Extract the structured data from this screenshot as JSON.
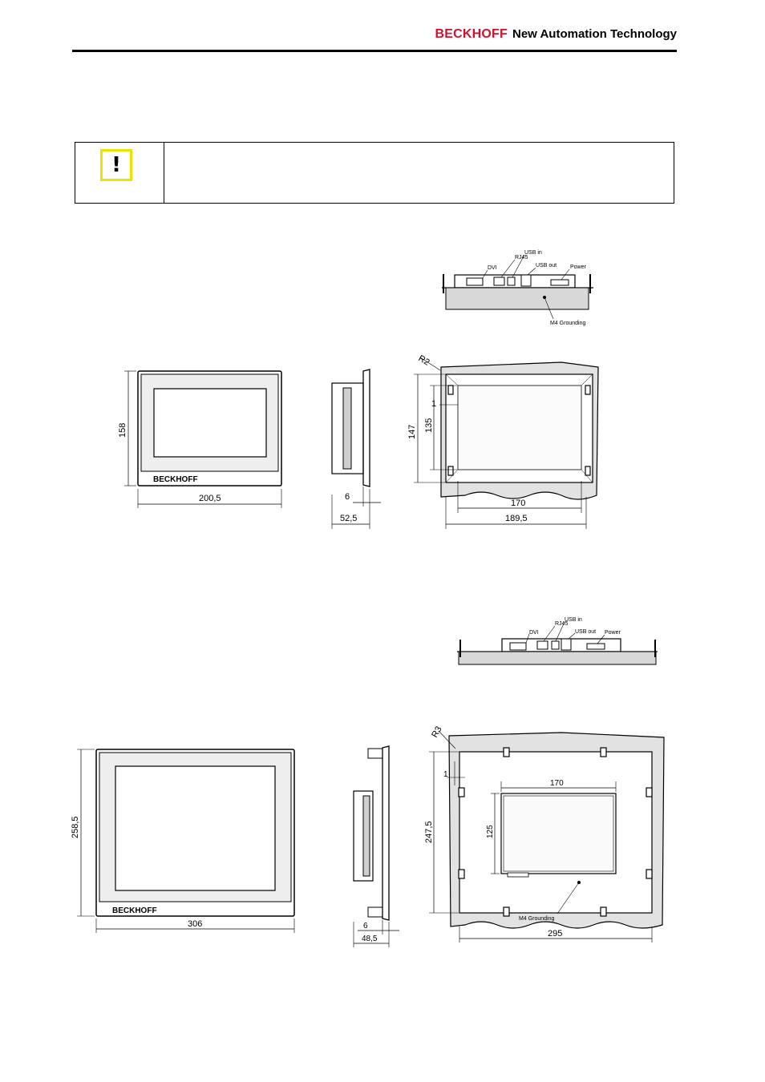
{
  "header": {
    "brand_name": "BECKHOFF",
    "brand_tagline": "New Automation Technology"
  },
  "notice": {
    "icon": "exclamation-warning-icon",
    "icon_color": "#e6e600",
    "symbol": "!",
    "text": ""
  },
  "colors": {
    "brand_red": "#d0112b",
    "line": "#000000"
  },
  "drawing1": {
    "top_view_labels": {
      "dvi": "DVI",
      "rj45": "RJ45",
      "usb_in": "USB in",
      "usb_out": "USB out",
      "power": "Power",
      "grounding": "M4 Grounding"
    },
    "front": {
      "height": "158",
      "width": "200,5",
      "logo": "BECKHOFF"
    },
    "side": {
      "depth_total": "52,5",
      "depth_front": "6"
    },
    "cutout": {
      "radius": "R2",
      "offset": "1",
      "height_outer": "147",
      "height_inner": "135",
      "width_inner": "170",
      "width_outer": "189,5"
    }
  },
  "drawing2": {
    "top_view_labels": {
      "dvi": "DVI",
      "rj45": "RJ45",
      "usb_in": "USB in",
      "usb_out": "USB out",
      "power": "Power"
    },
    "front": {
      "height": "258,5",
      "width": "306",
      "logo": "BECKHOFF"
    },
    "side": {
      "depth_front": "6",
      "depth_total": "48,5"
    },
    "cutout": {
      "radius": "R3",
      "offset": "1",
      "height_outer": "247,5",
      "inner_width": "170",
      "inner_height": "125",
      "width_outer": "295",
      "grounding": "M4 Grounding"
    }
  }
}
